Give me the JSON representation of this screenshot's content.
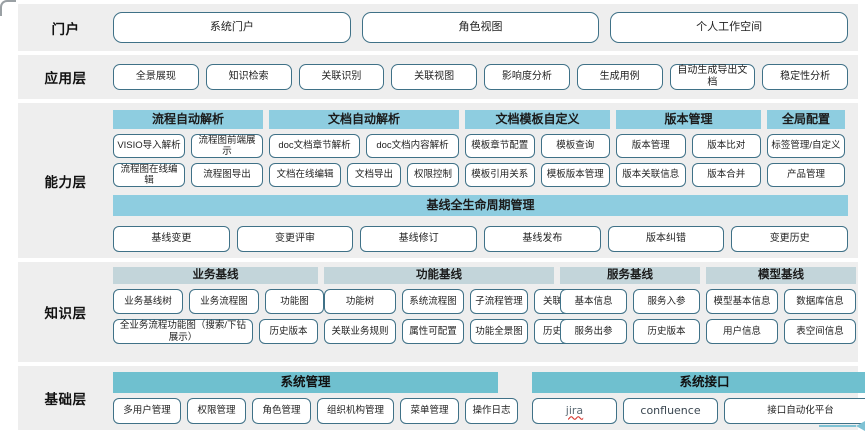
{
  "colors": {
    "band_bg": "#eeeeee",
    "pill_border": "#3f7187",
    "cap_header": "#8ecde0",
    "knowledge_header": "#c3d5da",
    "base_header": "#6fc0cf",
    "arrow": "#7fc2d4",
    "spellcheck_underline": "#d83b35"
  },
  "portal": {
    "label": "门户",
    "items": [
      "系统门户",
      "角色视图",
      "个人工作空间"
    ]
  },
  "application": {
    "label": "应用层",
    "items": [
      "全景展现",
      "知识检索",
      "关联识别",
      "关联视图",
      "影响度分析",
      "生成用例",
      "自动生成导出文档",
      "稳定性分析"
    ]
  },
  "capability": {
    "label": "能力层",
    "groups": [
      {
        "title": "流程自动解析",
        "row1": [
          "VISIO导入解析",
          "流程图前端展示"
        ],
        "row2": [
          "流程图在线编辑",
          "流程图导出"
        ]
      },
      {
        "title": "文档自动解析",
        "row1": [
          "doc文档章节解析",
          "doc文档内容解析"
        ],
        "row2": [
          "文档在线编辑",
          "文档导出",
          "权限控制"
        ]
      },
      {
        "title": "文档模板自定义",
        "row1": [
          "模板章节配置",
          "模板查询"
        ],
        "row2": [
          "模板引用关系",
          "模板版本管理"
        ]
      },
      {
        "title": "版本管理",
        "row1": [
          "版本管理",
          "版本比对"
        ],
        "row2": [
          "版本关联信息",
          "版本合并"
        ]
      },
      {
        "title": "全局配置",
        "row1": [
          "标签管理/自定义"
        ],
        "row2": [
          "产品管理"
        ]
      }
    ],
    "baseline": {
      "title": "基线全生命周期管理",
      "items": [
        "基线变更",
        "变更评审",
        "基线修订",
        "基线发布",
        "版本纠错",
        "变更历史"
      ]
    }
  },
  "knowledge": {
    "label": "知识层",
    "groups": [
      {
        "title": "业务基线",
        "row1": [
          "业务基线树",
          "业务流程图",
          "功能图"
        ],
        "row2": [
          "全业务流程功能图（搜索/下钻展示）",
          "历史版本"
        ]
      },
      {
        "title": "功能基线",
        "row1": [
          "功能树",
          "系统流程图",
          "子流程管理",
          "关联服务"
        ],
        "row2": [
          "关联业务规则",
          "属性可配置",
          "功能全景图",
          "历史版本"
        ]
      },
      {
        "title": "服务基线",
        "row1": [
          "基本信息",
          "服务入参"
        ],
        "row2": [
          "服务出参",
          "历史版本"
        ]
      },
      {
        "title": "模型基线",
        "row1": [
          "模型基本信息",
          "数据库信息"
        ],
        "row2": [
          "用户信息",
          "表空间信息"
        ]
      }
    ]
  },
  "foundation": {
    "label": "基础层",
    "groups": [
      {
        "title": "系统管理",
        "items": [
          "多用户管理",
          "权限管理",
          "角色管理",
          "组织机构管理",
          "菜单管理",
          "操作日志"
        ]
      },
      {
        "title": "系统接口",
        "items": [
          "jira",
          "confluence",
          "接口自动化平台"
        ]
      }
    ]
  }
}
